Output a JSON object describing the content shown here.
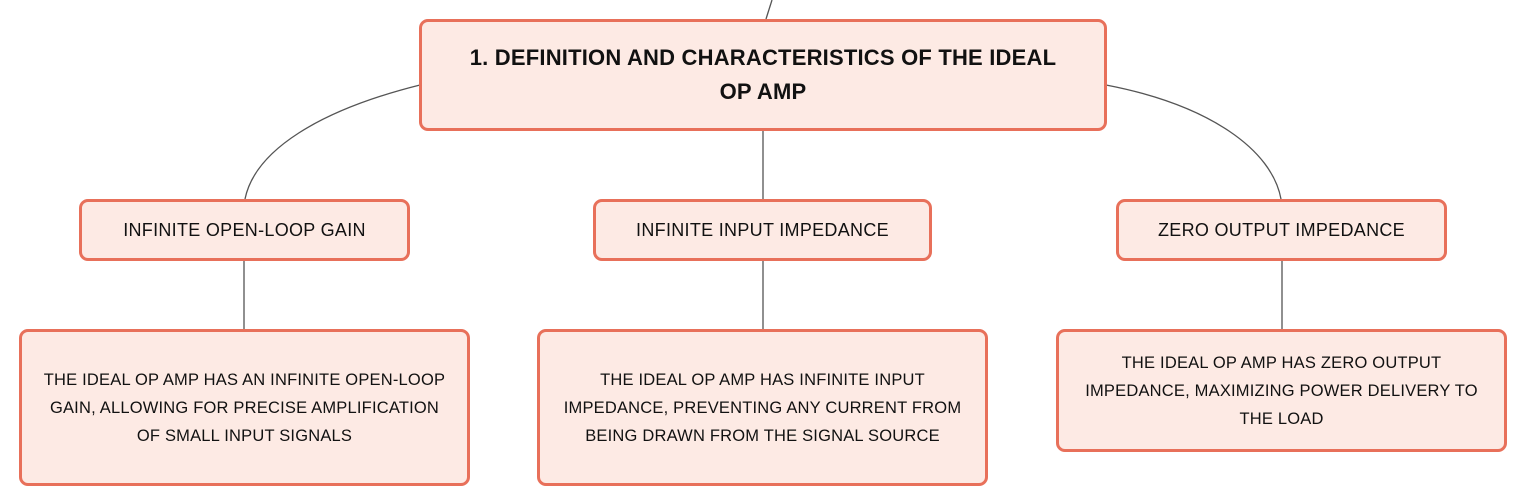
{
  "diagram": {
    "root": {
      "label": "1. DEFINITION AND CHARACTERISTICS OF THE IDEAL OP AMP"
    },
    "branches": [
      {
        "label": "INFINITE OPEN-LOOP GAIN",
        "detail": "THE IDEAL OP AMP HAS AN INFINITE OPEN-LOOP GAIN, ALLOWING FOR PRECISE AMPLIFICATION OF SMALL INPUT SIGNALS"
      },
      {
        "label": "INFINITE INPUT IMPEDANCE",
        "detail": "THE IDEAL OP AMP HAS INFINITE INPUT IMPEDANCE, PREVENTING ANY CURRENT FROM BEING DRAWN FROM THE SIGNAL SOURCE"
      },
      {
        "label": "ZERO OUTPUT IMPEDANCE",
        "detail": "THE IDEAL OP AMP HAS ZERO OUTPUT IMPEDANCE, MAXIMIZING POWER DELIVERY TO THE LOAD"
      }
    ],
    "colors": {
      "node_fill": "#fdeae4",
      "node_border": "#e8705a",
      "connector": "#555555",
      "text": "#111111"
    }
  }
}
